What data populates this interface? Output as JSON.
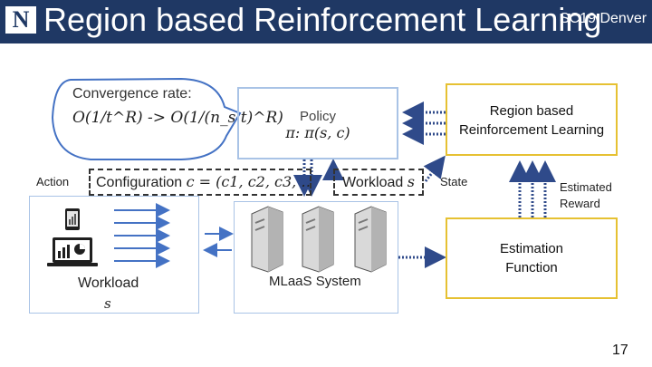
{
  "header": {
    "title": "Region based Reinforcement Learning",
    "conference": "SC19 Denver",
    "logo_letter": "N"
  },
  "bubble": {
    "heading": "Convergence rate:",
    "formula": "O(1/t^R) -> O(1/(n_s t)^R)"
  },
  "policy": {
    "label": "Policy",
    "formula": "π: π(s, c)"
  },
  "rl_box": {
    "line1": "Region based",
    "line2": "Reinforcement Learning"
  },
  "config": {
    "label": "Configuration",
    "formula": "c = (c1, c2, c3, … )"
  },
  "workload_box": {
    "label": "Workload",
    "symbol": "s"
  },
  "labels": {
    "action": "Action",
    "state": "State",
    "reward_line1": "Estimated",
    "reward_line2": "Reward"
  },
  "estimation": {
    "line1": "Estimation",
    "line2": "Function"
  },
  "workload_panel": {
    "label": "Workload",
    "symbol": "s"
  },
  "system": {
    "label": "MLaaS System"
  },
  "page_number": "17",
  "colors": {
    "header_bg": "#1f3864",
    "panel_border": "#a9c3e6",
    "rl_border": "#e6c132",
    "arrow_blue": "#4472c4",
    "dotted_arrow": "#2f4a8a"
  }
}
